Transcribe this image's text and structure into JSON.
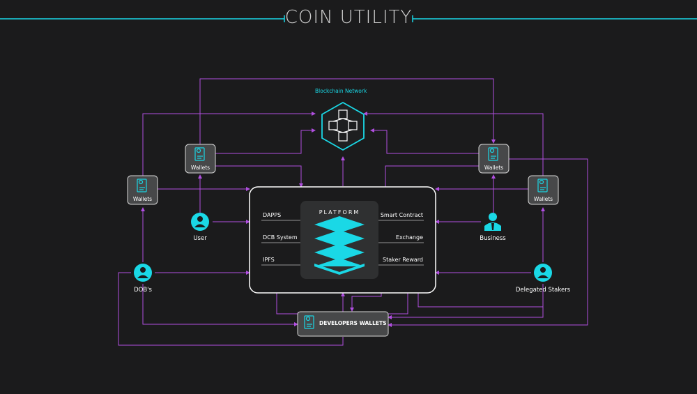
{
  "title": "COIN UTILITY",
  "network": {
    "label": "Blockchain Network"
  },
  "platform": {
    "label": "PLATFORM",
    "left_items": [
      "DAPPS",
      "DCB System",
      "IPFS"
    ],
    "right_items": [
      "Smart Contract",
      "Exchange",
      "Staker Reward"
    ]
  },
  "wallets": {
    "top_left": "Wallets",
    "left": "Wallets",
    "top_right": "Wallets",
    "right": "Wallets",
    "developers": "DEVELOPERS WALLETS"
  },
  "actors": {
    "user": "User",
    "dobs": "DOB's",
    "business": "Business",
    "delegated_stakers": "Delegated Stakers"
  },
  "colors": {
    "background": "#1b1b1c",
    "accent_cyan": "#1ad8e6",
    "arrow_purple": "#b14fe0",
    "box_gray": "#474849",
    "platform_fill": "#242526"
  }
}
